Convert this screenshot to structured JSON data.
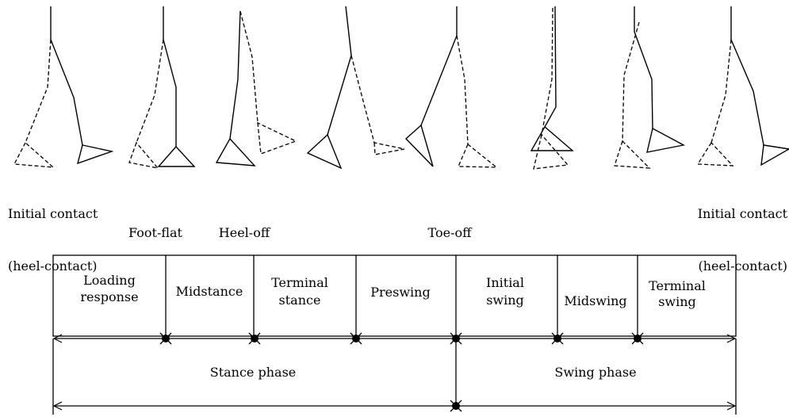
{
  "events": {
    "initial_contact_left": [
      "Initial contact",
      "(heel-contact)"
    ],
    "foot_flat": "Foot-flat",
    "heel_off": "Heel-off",
    "toe_off": "Toe-off",
    "initial_contact_right": [
      "Initial contact",
      "(heel-contact)"
    ]
  },
  "subphases": [
    {
      "name": "loading-response",
      "lines": [
        "Loading",
        "response"
      ]
    },
    {
      "name": "midstance",
      "lines": [
        "Midstance"
      ]
    },
    {
      "name": "terminal-stance",
      "lines": [
        "Terminal",
        "stance"
      ]
    },
    {
      "name": "preswing",
      "lines": [
        "Preswing"
      ]
    },
    {
      "name": "initial-swing",
      "lines": [
        "Initial",
        "swing"
      ]
    },
    {
      "name": "midswing",
      "lines": [
        "Midswing"
      ]
    },
    {
      "name": "terminal-swing",
      "lines": [
        "Terminal",
        "swing"
      ]
    }
  ],
  "phases": {
    "stance": "Stance phase",
    "swing": "Swing phase"
  }
}
